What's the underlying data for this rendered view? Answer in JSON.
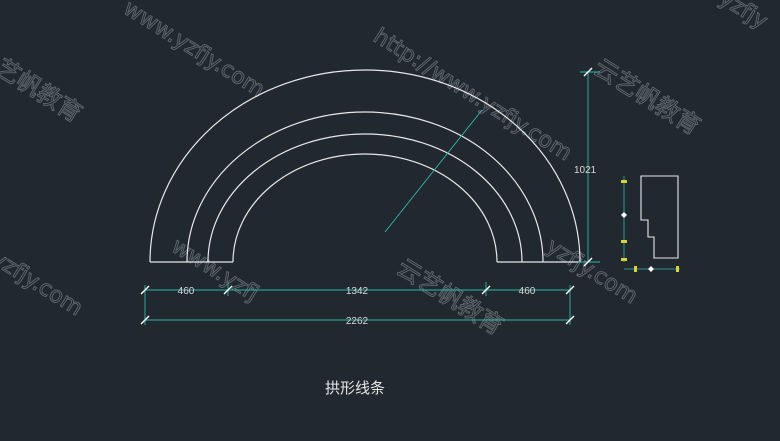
{
  "drawing": {
    "caption": "拱形线条",
    "dims": {
      "left_width": "460",
      "inner_span": "1342",
      "right_width": "460",
      "total_span": "2262",
      "height": "1021"
    }
  },
  "watermarks": {
    "url": "http://www.yzfjy.com",
    "url_short": "www.yzfjy.com",
    "url_fragment_top": "yzfjy",
    "url_fragment_right": "yzfjy.com",
    "brand": "云艺帆教育",
    "brand_fragment": "艺帆教育",
    "url_fragment_bottom": "www.yzfj"
  },
  "colors": {
    "background": "#212830",
    "arch_line": "#e8e8e8",
    "dimension_line": "#2fb8a8",
    "marker": "#d9d234"
  }
}
